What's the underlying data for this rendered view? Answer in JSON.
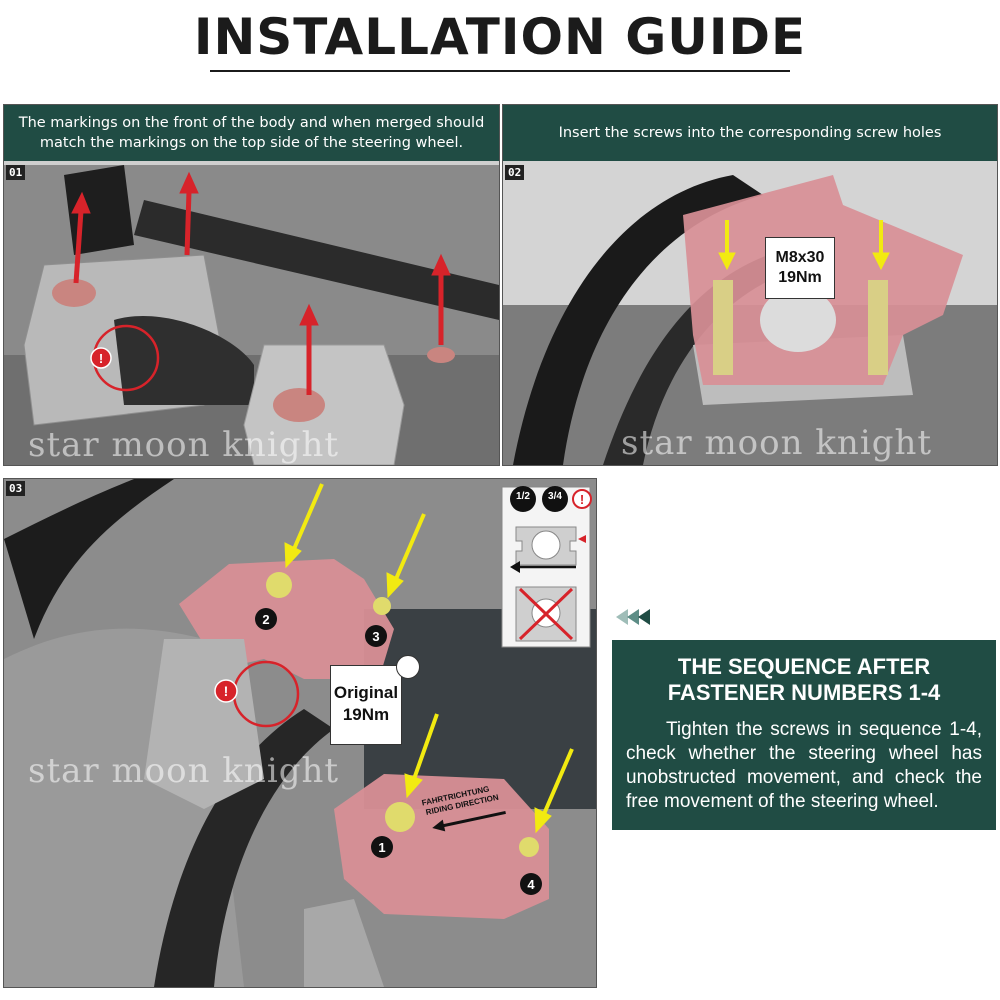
{
  "title": "INSTALLATION GUIDE",
  "steps": [
    {
      "number": "01",
      "caption": "The markings on the front of the body and when merged should match the markings on the top side of the steering wheel.",
      "watermark": "star moon knight"
    },
    {
      "number": "02",
      "caption": "Insert the screws into the corresponding screw holes",
      "watermark": "star moon knight",
      "spec": {
        "line1": "M8x30",
        "line2": "19Nm"
      }
    },
    {
      "number": "03",
      "watermark": "star moon knight",
      "spec": {
        "line1": "Original",
        "line2": "19Nm"
      },
      "diagram_labels": [
        "1/2",
        "3/4"
      ],
      "fasteners": [
        "1",
        "2",
        "3",
        "4"
      ],
      "direction_text": [
        "FAHRTRICHTUNG",
        "RIDING DIRECTION"
      ]
    }
  ],
  "sequence": {
    "heading": "THE SEQUENCE AFTER FASTENER NUMBERS 1-4",
    "body": "Tighten the screws in sequence 1-4, check whether the steering wheel has unobstructed movement, and check the free movement of the steering wheel."
  },
  "colors": {
    "caption_bg": "#204c44",
    "arrow_red": "#d7232a",
    "arrow_yellow": "#f2ea11",
    "clamp_pink": "#d88f96"
  }
}
